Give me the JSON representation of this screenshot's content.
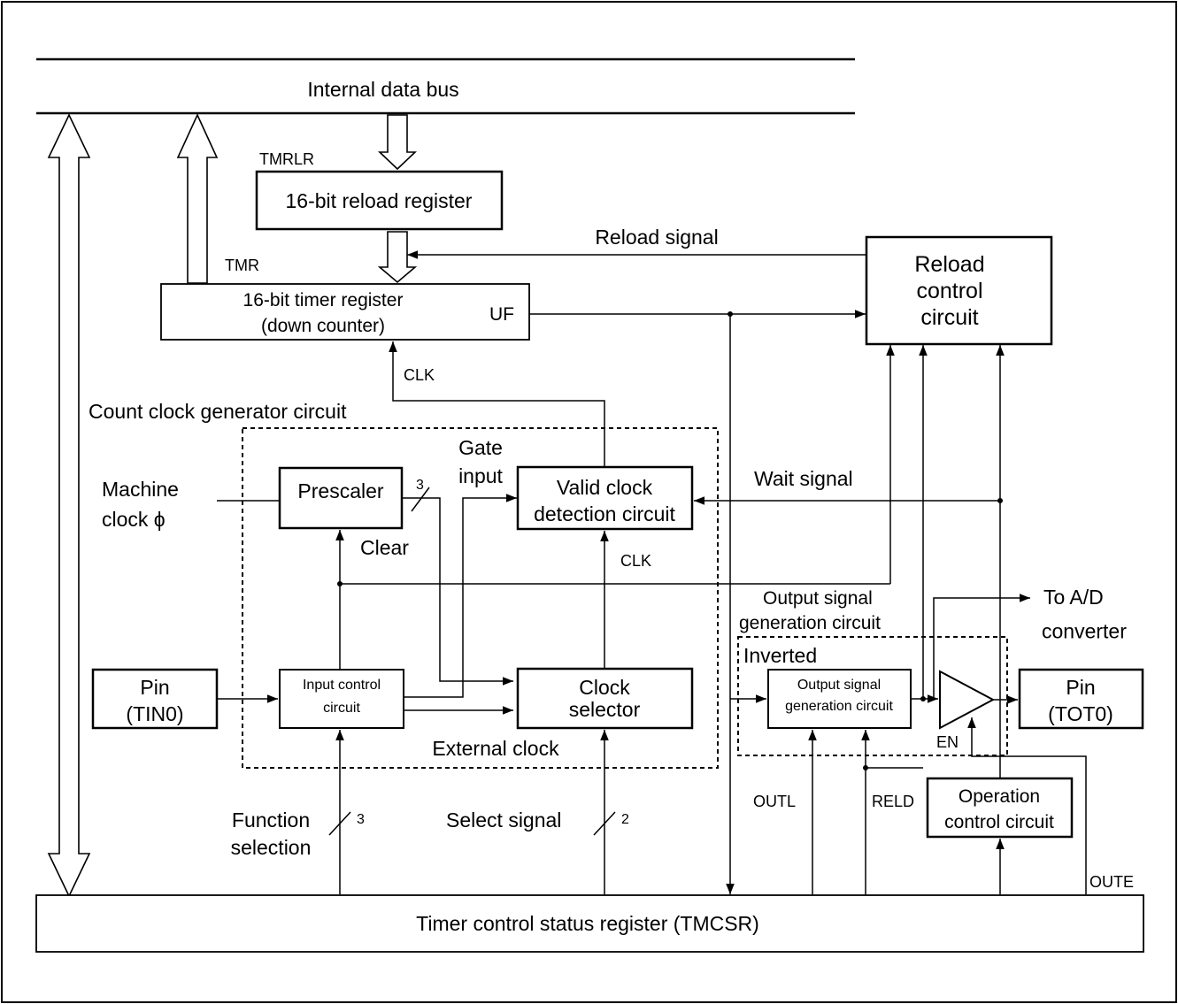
{
  "labels": {
    "internal_data_bus": "Internal data bus",
    "tmrlr": "TMRLR",
    "reload_register": "16-bit reload register",
    "reload_signal": "Reload signal",
    "tmr": "TMR",
    "timer_register_line1": "16-bit timer register",
    "timer_register_line2": "(down counter)",
    "uf": "UF",
    "reload_control_line1": "Reload",
    "reload_control_line2": "control",
    "reload_control_line3": "circuit",
    "clk_top": "CLK",
    "count_clock_generator": "Count clock generator circuit",
    "gate_input_line1": "Gate",
    "gate_input_line2": "input",
    "machine_clock_line1": "Machine",
    "machine_clock_line2": "clock ϕ",
    "prescaler": "Prescaler",
    "bus_width_3_top": "3",
    "valid_clock_line1": "Valid clock",
    "valid_clock_line2": "detection circuit",
    "wait_signal": "Wait signal",
    "clear": "Clear",
    "clk_mid": "CLK",
    "output_signal_gen_line1": "Output signal",
    "output_signal_gen_line2": "generation circuit",
    "to_ad_line1": "To A/D",
    "to_ad_line2": "converter",
    "inverted": "Inverted",
    "pin_tin_line1": "Pin",
    "pin_tin_line2": "(TIN0)",
    "input_control_line1": "Input control",
    "input_control_line2": "circuit",
    "clock_selector_line1": "Clock",
    "clock_selector_line2": "selector",
    "output_gen_inner_line1": "Output signal",
    "output_gen_inner_line2": "generation circuit",
    "pin_tot_line1": "Pin",
    "pin_tot_line2": "(TOT0)",
    "en": "EN",
    "external_clock": "External clock",
    "function_selection_line1": "Function",
    "function_selection_line2": "selection",
    "bus_width_3_bottom": "3",
    "select_signal": "Select signal",
    "bus_width_2": "2",
    "outl": "OUTL",
    "reld": "RELD",
    "operation_control_line1": "Operation",
    "operation_control_line2": "control circuit",
    "oute": "OUTE",
    "tmcsr": "Timer control status register (TMCSR)"
  }
}
